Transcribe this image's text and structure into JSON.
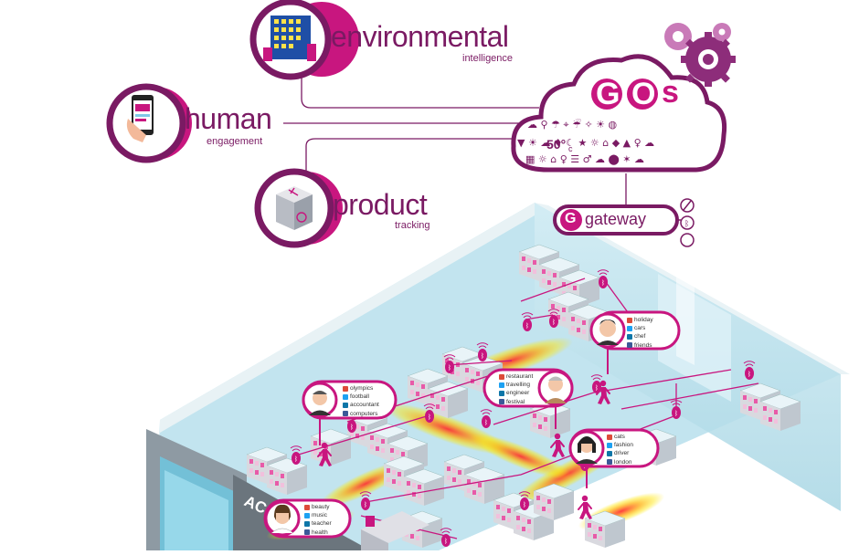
{
  "nodes": {
    "environmental": {
      "title": "environmental",
      "subtitle": "intelligence"
    },
    "human": {
      "title": "human",
      "subtitle": "engagement"
    },
    "product": {
      "title": "product",
      "subtitle": "tracking"
    },
    "cloud": {
      "letter_g": "G",
      "letter_o": "O",
      "letter_s": "s"
    },
    "gateway": {
      "letter": "G",
      "label": "gateway"
    }
  },
  "people": [
    {
      "interests": [
        "holiday",
        "cars",
        "chef",
        "friends"
      ]
    },
    {
      "interests": [
        "restaurant",
        "travelling",
        "engineer",
        "festival"
      ]
    },
    {
      "interests": [
        "olympics",
        "football",
        "accountant",
        "computers"
      ]
    },
    {
      "interests": [
        "cats",
        "fashion",
        "driver",
        "london"
      ]
    },
    {
      "interests": [
        "beauty",
        "music",
        "teacher",
        "health"
      ]
    }
  ],
  "cloud_temp": "50°",
  "cloud_unit": "c",
  "storefront": "AC",
  "colors": {
    "magenta": "#c8167f",
    "purple": "#7a1a63",
    "floor": "#bfe3ef",
    "heat_red": "#ff2a2a",
    "heat_yellow": "#ffe600"
  }
}
